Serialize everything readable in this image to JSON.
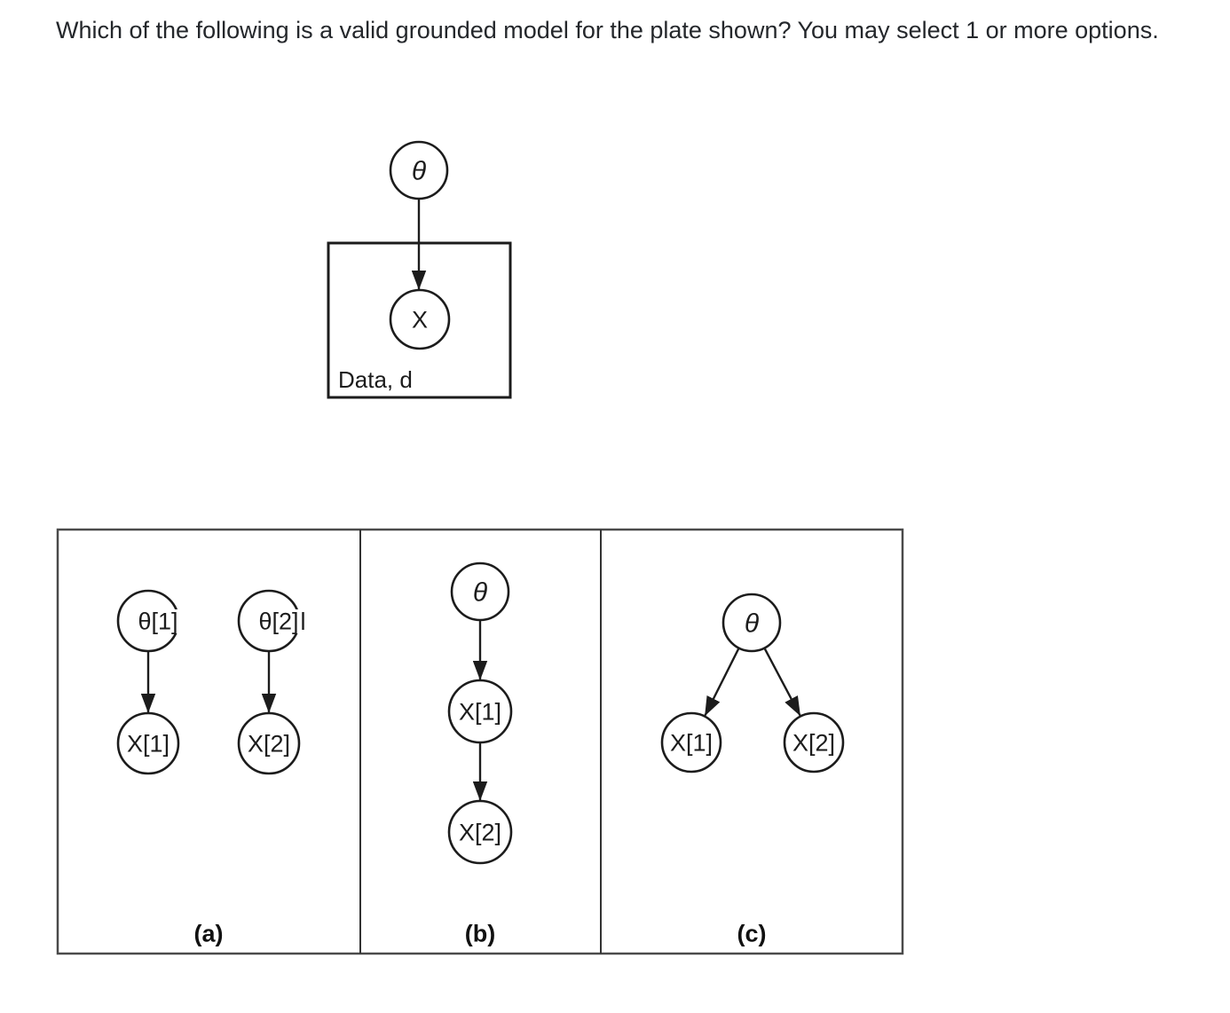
{
  "question": {
    "text": "Which of the following is a valid grounded model for the plate shown? You may select 1 or more options."
  },
  "plate_diagram": {
    "theta_label": "θ",
    "x_label": "X",
    "plate_label": "Data, d"
  },
  "options": {
    "a": {
      "caption": "(a)",
      "nodes": {
        "theta1": "θ[1]",
        "theta2": "θ[2]",
        "x1": "X[1]",
        "x2": "X[2]"
      },
      "edges": [
        "θ[1]→X[1]",
        "θ[2]→X[2]"
      ]
    },
    "b": {
      "caption": "(b)",
      "nodes": {
        "theta": "θ",
        "x1": "X[1]",
        "x2": "X[2]"
      },
      "edges": [
        "θ→X[1]",
        "X[1]→X[2]"
      ]
    },
    "c": {
      "caption": "(c)",
      "nodes": {
        "theta": "θ",
        "x1": "X[1]",
        "x2": "X[2]"
      },
      "edges": [
        "θ→X[1]",
        "θ→X[2]"
      ]
    }
  },
  "colors": {
    "ink": "#1c1c1c",
    "question_text": "#24272b",
    "panel_border": "#4a4a4a",
    "background": "#ffffff"
  }
}
